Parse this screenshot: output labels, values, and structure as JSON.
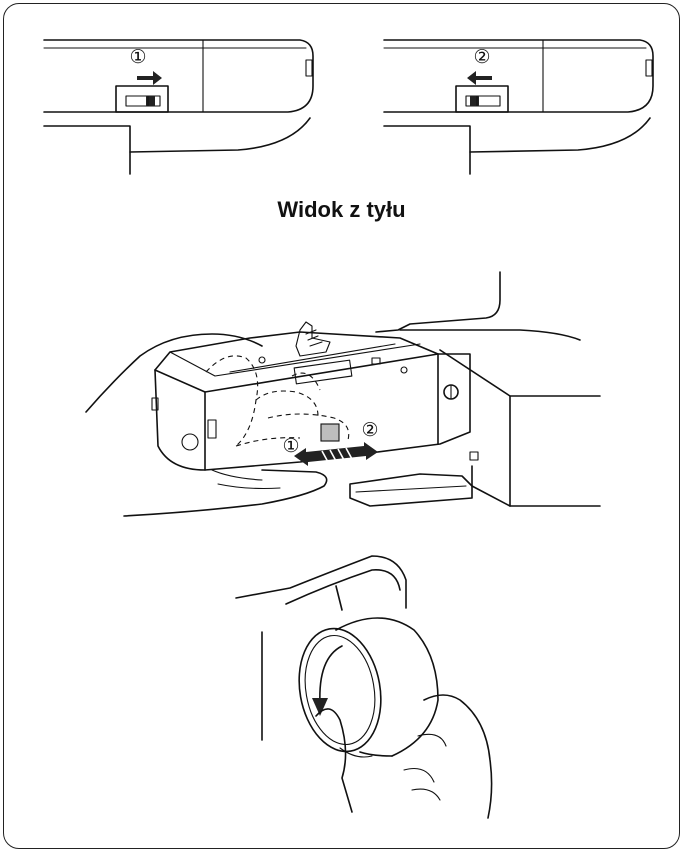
{
  "caption": "Widok z tyłu",
  "markers": {
    "step_1": "①",
    "step_2": "②"
  },
  "icons": {
    "arrow_right": "arrow-right-icon",
    "arrow_left": "arrow-left-icon",
    "rotate": "curved-arrow-icon",
    "double_arrow": "double-arrow-icon"
  },
  "colors": {
    "line": "#111111",
    "background": "#ffffff",
    "switch_fill": "#222222",
    "shade": "#bdbdbd"
  }
}
